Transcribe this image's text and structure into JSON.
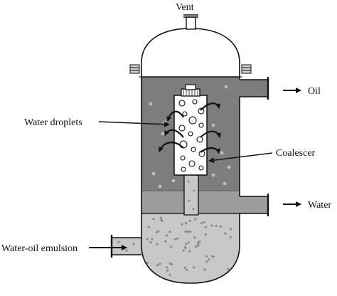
{
  "labels": {
    "vent": "Vent",
    "oil": "Oil",
    "water": "Water",
    "water_droplets": "Water droplets",
    "coalescer": "Coalescer",
    "emulsion": "Water-oil emulsion"
  },
  "colors": {
    "oil_layer": "#7d7d7d",
    "water_layer": "#9c9c9c",
    "emulsion": "#c8c8c8",
    "outline": "#111111",
    "droplet": "#bdbdbd",
    "particle": "#8a8a8a"
  }
}
